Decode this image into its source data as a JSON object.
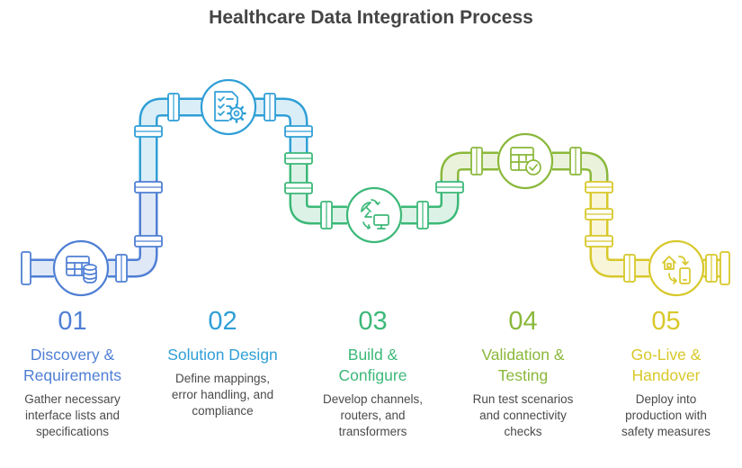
{
  "title": "Healthcare Data Integration Process",
  "stages": [
    {
      "number": "01",
      "heading_lines": [
        "Discovery &",
        "Requirements"
      ],
      "desc_lines": [
        "Gather necessary",
        "interface lists and",
        "specifications"
      ],
      "color": "#4f7fd4",
      "icon": "database-table-icon"
    },
    {
      "number": "02",
      "heading_lines": [
        "Solution Design"
      ],
      "desc_lines": [
        "Define mappings,",
        "error handling, and",
        "compliance"
      ],
      "color": "#2f9fd6",
      "icon": "checklist-gear-icon"
    },
    {
      "number": "03",
      "heading_lines": [
        "Build &",
        "Configure"
      ],
      "desc_lines": [
        "Develop channels,",
        "routers, and",
        "transformers"
      ],
      "color": "#3cb878",
      "icon": "satellite-monitor-icon"
    },
    {
      "number": "04",
      "heading_lines": [
        "Validation &",
        "Testing"
      ],
      "desc_lines": [
        "Run test scenarios",
        "and connectivity",
        "checks"
      ],
      "color": "#8ab83a",
      "icon": "table-check-icon"
    },
    {
      "number": "05",
      "heading_lines": [
        "Go-Live &",
        "Handover"
      ],
      "desc_lines": [
        "Deploy into",
        "production with",
        "safety measures"
      ],
      "color": "#d8c82a",
      "icon": "home-device-icon"
    }
  ]
}
